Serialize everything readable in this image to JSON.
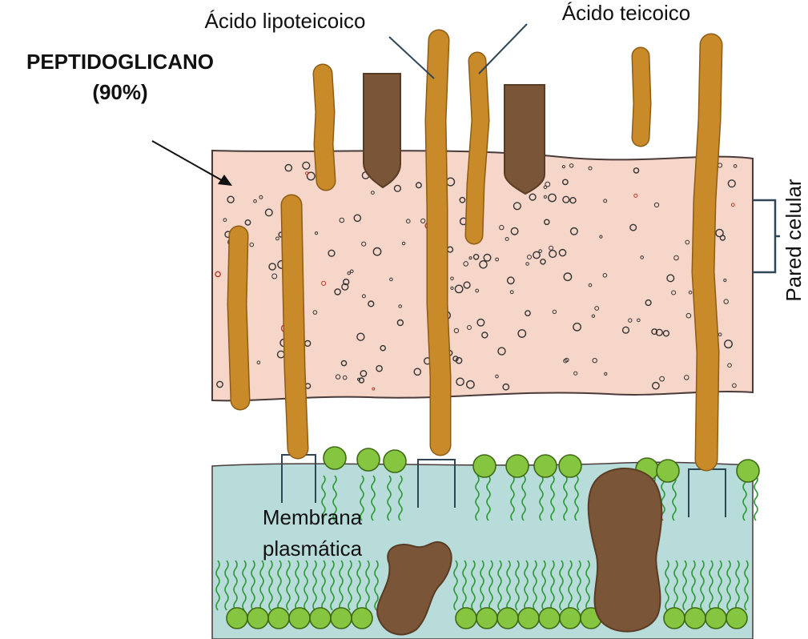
{
  "labels": {
    "peptidoglycan_line1": "PEPTIDOGLICANO",
    "peptidoglycan_line2": "(90%)",
    "lipoteichoic_acid": "Ácido lipoteicoico",
    "teichoic_acid": "Ácido teicoico",
    "cell_wall": "Pared celular",
    "plasma_membrane_line1": "Membrana",
    "plasma_membrane_line2": "plasmática"
  },
  "colors": {
    "cell_wall_fill": "#f6d6c9",
    "wall_outline": "#4a3a3a",
    "membrane_fill": "#b8dcd9",
    "teichoic_rod": "#c98a2a",
    "teichoic_rod_edge": "#8e5c14",
    "protein": "#7a5537",
    "protein_dark": "#5a3c24",
    "phospholipid_head": "#86c540",
    "phospholipid_head_edge": "#3e6a16",
    "lipid_tail": "#2e9a3a",
    "bracket": "#2f4657"
  }
}
